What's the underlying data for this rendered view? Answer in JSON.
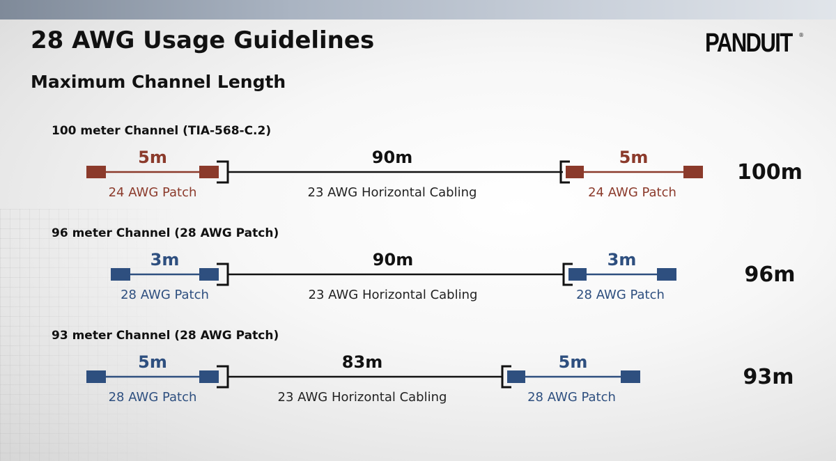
{
  "title": "28 AWG Usage Guidelines",
  "subtitle": "Maximum Channel Length",
  "logo": {
    "text": "PANDUIT",
    "mark": "®"
  },
  "colors": {
    "red_patch": "#8b3a2b",
    "blue_patch": "#2e4f7f",
    "horizontal": "#111111"
  },
  "channels": [
    {
      "heading": "100 meter Channel (TIA-568-C.2)",
      "total": "100m",
      "left_patch": {
        "length": "5m",
        "label": "24 AWG Patch",
        "color": "#8b3a2b",
        "meters": 5
      },
      "horizontal": {
        "length": "90m",
        "label": "23 AWG Horizontal Cabling",
        "meters": 90
      },
      "right_patch": {
        "length": "5m",
        "label": "24 AWG Patch",
        "color": "#8b3a2b",
        "meters": 5
      }
    },
    {
      "heading": "96 meter Channel (28 AWG Patch)",
      "total": "96m",
      "left_patch": {
        "length": "3m",
        "label": "28 AWG Patch",
        "color": "#2e4f7f",
        "meters": 3
      },
      "horizontal": {
        "length": "90m",
        "label": "23 AWG Horizontal Cabling",
        "meters": 90
      },
      "right_patch": {
        "length": "3m",
        "label": "28 AWG Patch",
        "color": "#2e4f7f",
        "meters": 3
      }
    },
    {
      "heading": "93 meter Channel (28 AWG Patch)",
      "total": "93m",
      "left_patch": {
        "length": "5m",
        "label": "28 AWG Patch",
        "color": "#2e4f7f",
        "meters": 5
      },
      "horizontal": {
        "length": "83m",
        "label": "23 AWG Horizontal Cabling",
        "meters": 83
      },
      "right_patch": {
        "length": "5m",
        "label": "28 AWG Patch",
        "color": "#2e4f7f",
        "meters": 5
      }
    }
  ]
}
